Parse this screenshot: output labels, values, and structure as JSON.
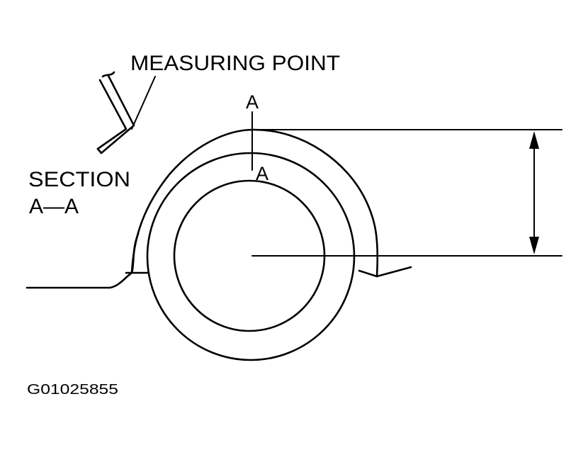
{
  "labels": {
    "measuring_point": "MEASURING POINT",
    "section_line_1": "SECTION",
    "section_line_2": "A—A",
    "cut_marker_top": "A",
    "cut_marker_bottom": "A",
    "figure_id": "G01025855"
  },
  "colors": {
    "ink": "#000000",
    "background": "#ffffff"
  }
}
